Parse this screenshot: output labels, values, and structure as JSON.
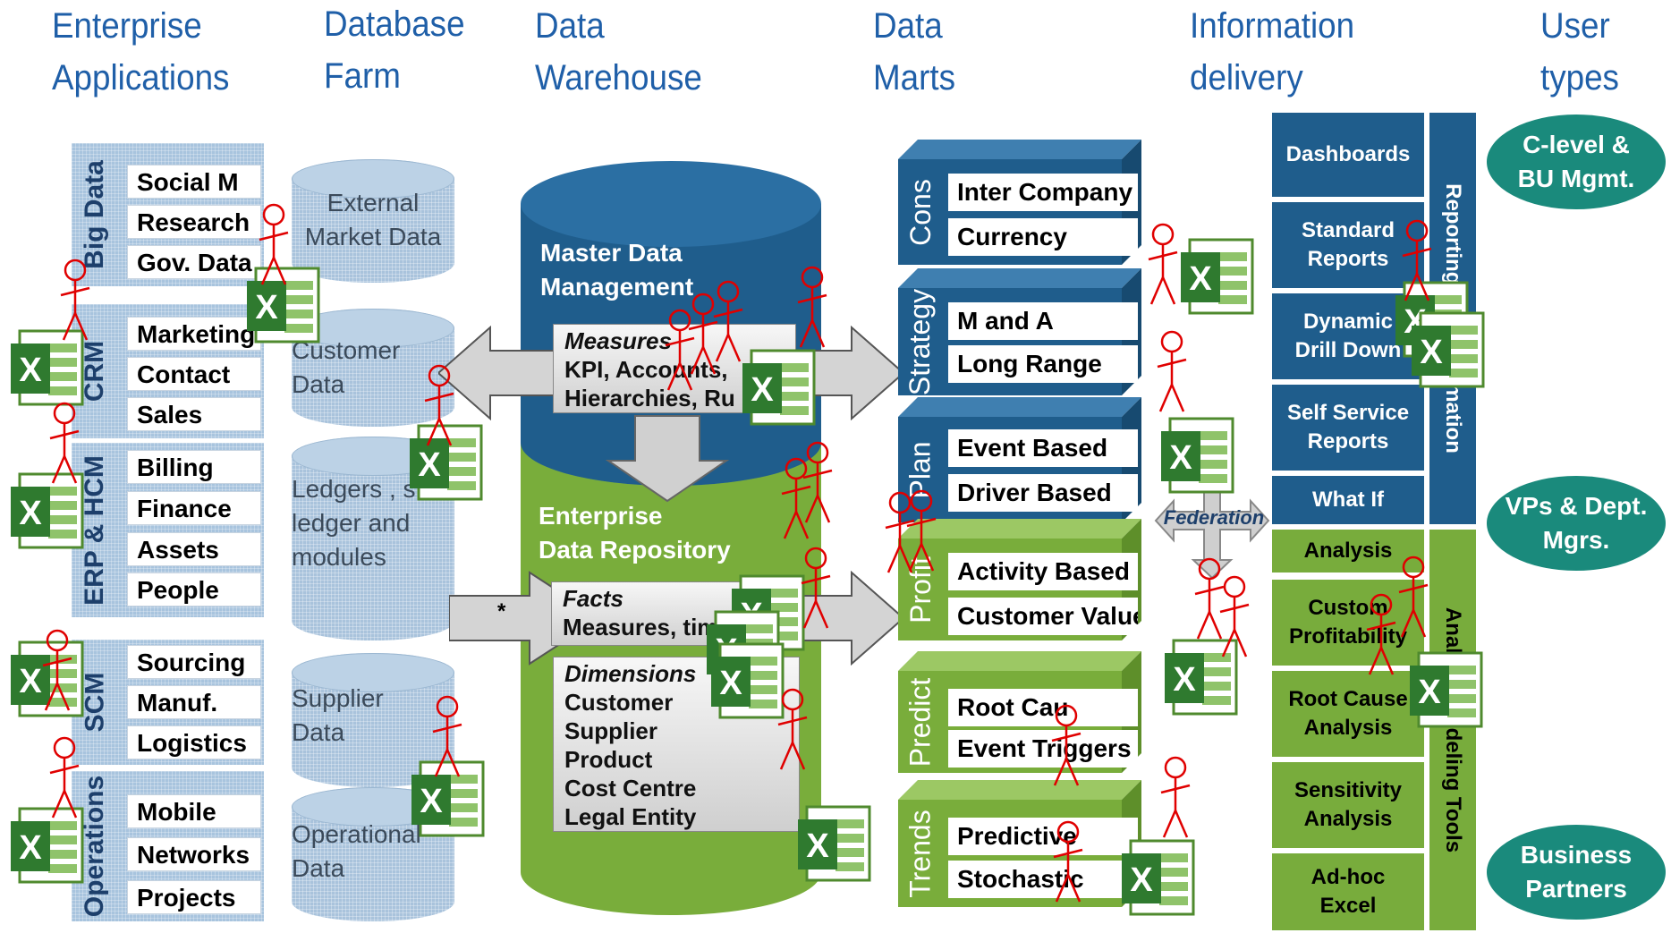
{
  "headers": {
    "enterprise_applications": "Enterprise\nApplications",
    "database_farm": "Database\nFarm",
    "data_warehouse": "Data\nWarehouse",
    "data_marts": "Data\nMarts",
    "information_delivery": "Information\ndelivery",
    "user_types": "User\ntypes"
  },
  "enterprise_apps": [
    {
      "label": "Big Data",
      "items": [
        "Social M",
        "Research",
        "Gov. Data"
      ]
    },
    {
      "label": "CRM",
      "items": [
        "Marketing",
        "Contact",
        "Sales"
      ]
    },
    {
      "label": "ERP & HCM",
      "items": [
        "Billing",
        "Finance",
        "Assets",
        "People"
      ]
    },
    {
      "label": "SCM",
      "items": [
        "Sourcing",
        "Manuf.",
        "Logistics"
      ]
    },
    {
      "label": "Operations",
      "items": [
        "Mobile",
        "Networks",
        "Projects"
      ]
    }
  ],
  "database_farm": [
    {
      "text": "External\nMarket Data"
    },
    {
      "text": "Customer\nData"
    },
    {
      "text": "Ledgers , s\nledger and\nmodules"
    },
    {
      "text": "Supplier\nData"
    },
    {
      "text": "Operational\nData"
    }
  ],
  "warehouse": {
    "mdm_title": "Master Data\nManagement",
    "measures_title": "Measures",
    "measures_lines": [
      "KPI, Accounts,",
      "Hierarchies, Ru"
    ],
    "edr_title": "Enterprise\nData Repository",
    "facts_title": "Facts",
    "facts_line": "Measures, tim",
    "dimensions_title": "Dimensions",
    "dimensions": [
      "Customer",
      "Supplier",
      "Product",
      "Cost Centre",
      "Legal Entity"
    ],
    "arrow_marker": "*",
    "colors": {
      "mdm": "#1f5d8c",
      "edr": "#79ad3b"
    }
  },
  "data_marts": [
    {
      "label": "Cons",
      "items": [
        "Inter Company",
        "Currency"
      ],
      "color": "#1f5d8c"
    },
    {
      "label": "Strategy",
      "items": [
        "M and A",
        "Long Range"
      ],
      "color": "#1f5d8c"
    },
    {
      "label": "Plan",
      "items": [
        "Event Based",
        "Driver Based"
      ],
      "color": "#1f5d8c"
    },
    {
      "label": "Profit",
      "items": [
        "Activity Based",
        "Customer Value"
      ],
      "color": "#79ad3b"
    },
    {
      "label": "Predict",
      "items": [
        "Root Cau",
        "Event Triggers"
      ],
      "color": "#79ad3b"
    },
    {
      "label": "Trends",
      "items": [
        "Predictive",
        "Stochastic"
      ],
      "color": "#79ad3b"
    }
  ],
  "federation_label": "Federation",
  "info_delivery": {
    "reporting": [
      "Dashboards",
      "Standard\nReports",
      "Dynamic\nDrill Down",
      "Self Service\nReports",
      "What  If"
    ],
    "analysis": [
      "Analysis",
      "Custom\nProfitability",
      "Root Cause\nAnalysis",
      "Sensitivity\nAnalysis",
      "Ad-hoc\nExcel"
    ],
    "reporting_band": "Reporting and Automation",
    "analysis_band": "Analytic Modeling Tools"
  },
  "user_types": [
    "C-level &\nBU Mgmt.",
    "VPs & Dept.\nMgrs.",
    "Business\nPartners"
  ],
  "icons": [
    "excel-icon",
    "stick-figure-icon"
  ]
}
